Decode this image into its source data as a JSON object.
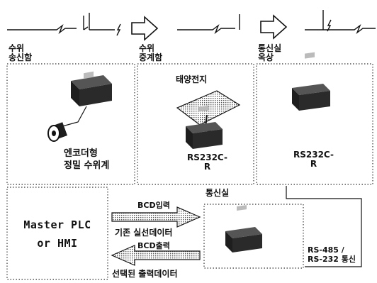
{
  "nodes": {
    "sender": {
      "label": "수위\n송신함"
    },
    "relay": {
      "label": "수위\n중계함"
    },
    "rooftop": {
      "label": "통신실\n옥상"
    },
    "solar": {
      "label": "태양전지"
    },
    "encoder": {
      "label": "엔코더형\n정밀 수위계"
    },
    "relay_radio": {
      "label": "RS232C-\nR"
    },
    "rooftop_radio": {
      "label": "RS232C-\nR"
    },
    "master": {
      "label": "Master PLC\nor HMI"
    },
    "comm_room": {
      "label": "통신실"
    }
  },
  "edges": {
    "bcd_in": {
      "label": "BCD입력"
    },
    "ref_data": {
      "label": "기존 실선데이터"
    },
    "bcd_out": {
      "label": "BCD출력"
    },
    "sel_data": {
      "label": "선택된 출력데이터"
    },
    "serial": {
      "label": "RS-485 /\nRS-232 통신"
    }
  },
  "colors": {
    "ink": "#111111",
    "fill_dark": "#1e1e1e",
    "fill_mid": "#666666",
    "dot_border": "#555555"
  }
}
